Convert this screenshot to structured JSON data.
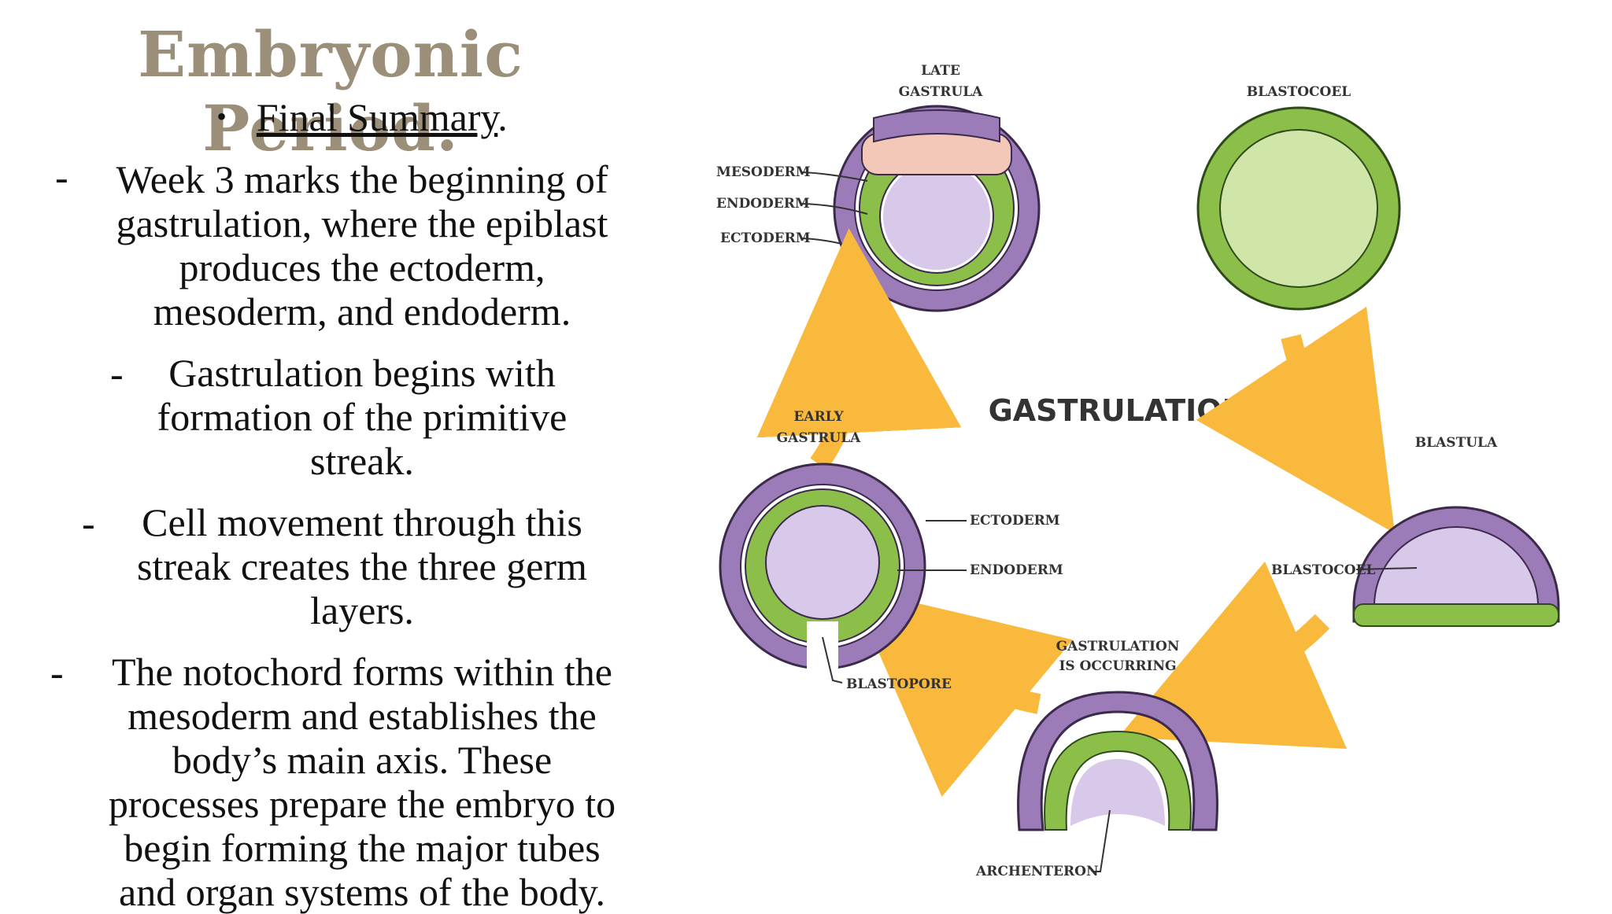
{
  "slide": {
    "title": "Embryonic Period.",
    "subtitle_text": "Final Summary",
    "subtitle_period": ".",
    "bullet_glyph": "•",
    "dash_glyph": "-",
    "paragraphs": [
      [
        "Week 3 marks the beginning of",
        "gastrulation, where the epiblast",
        "produces the ectoderm,",
        "mesoderm, and endoderm."
      ],
      [
        "Gastrulation begins with",
        "formation of the primitive",
        "streak."
      ],
      [
        "Cell movement through this",
        "streak creates the three germ",
        "layers."
      ],
      [
        "The notochord forms within the",
        "mesoderm and establishes the",
        "body’s main axis. These",
        "processes prepare the embryo to",
        "begin forming the major tubes",
        "and organ systems of the body."
      ]
    ]
  },
  "diagram": {
    "center_title": "GASTRULATION",
    "late_gastrula": [
      "LATE",
      "GASTRULA"
    ],
    "blastocoel_top": "BLASTOCOEL",
    "blastula": "BLASTULA",
    "early_gastrula": [
      "EARLY",
      "GASTRULA"
    ],
    "gastrulation_occurring": [
      "GASTRULATION",
      "IS OCCURRING"
    ],
    "mesoderm": "MESODERM",
    "endoderm_late": "ENDODERM",
    "ectoderm_late": "ECTODERM",
    "ectoderm_early": "ECTODERM",
    "endoderm_early": "ENDODERM",
    "blastopore": "BLASTOPORE",
    "blastocoel_blastula": "BLASTOCOEL",
    "archenteron": "ARCHENTERON",
    "colors": {
      "ectoderm_purple": "#9b7bb8",
      "endoderm_green": "#8cbf4a",
      "mesoderm_pink": "#f4c8b8",
      "cavity_lavender": "#d8c8ea",
      "blastocoel_green": "#cfe6a8",
      "arrow_yellow": "#f8b93c",
      "title_color": "#9c8f7a"
    }
  }
}
